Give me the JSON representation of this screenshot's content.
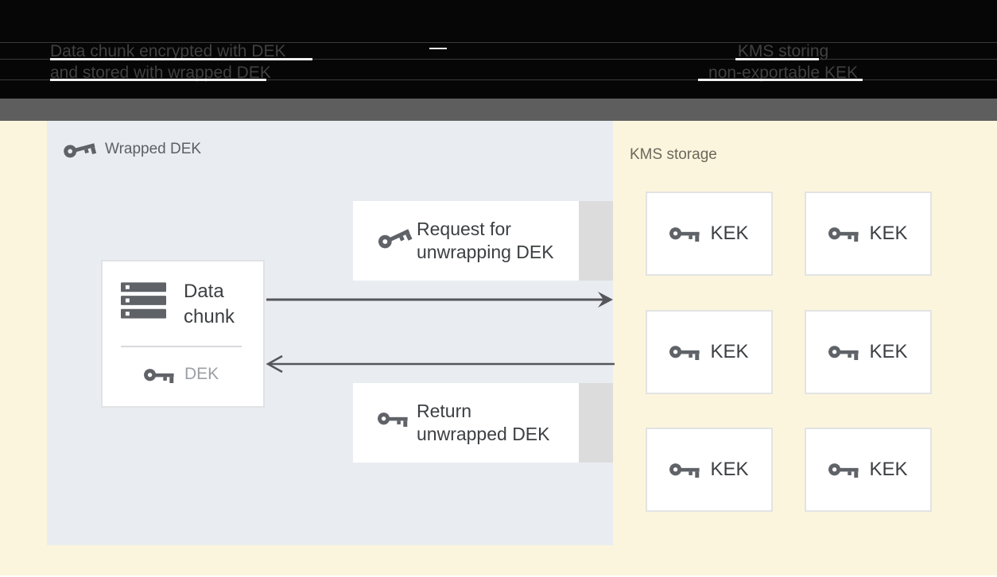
{
  "header": {
    "left_caption": {
      "line1": "Data chunk encrypted with DEK",
      "line2": "and stored with wrapped DEK"
    },
    "right_caption": {
      "line1": "KMS storing",
      "line2": "non-exportable KEK"
    }
  },
  "wrapped_dek_panel": {
    "title": "Wrapped DEK",
    "data_chunk_box": {
      "label_line1": "Data",
      "label_line2": "chunk",
      "key_label": "DEK"
    },
    "request_box": {
      "line1": "Request for",
      "line2": "unwrapping DEK"
    },
    "return_box": {
      "line1": "Return",
      "line2": "unwrapped DEK"
    }
  },
  "kms_panel": {
    "title": "KMS storage",
    "kek_boxes": [
      "KEK",
      "KEK",
      "KEK",
      "KEK",
      "KEK",
      "KEK"
    ]
  },
  "colors": {
    "page_background": "#fcf5dd",
    "panel_background": "#e9edf1",
    "header_black": "#060606",
    "header_gray_bar": "#5e5e5e",
    "box_tail_gray": "#dcdcdc",
    "icon_gray": "#5f6368",
    "text_dark": "#3c4043",
    "text_muted": "#9aa0a6",
    "arrow": "#55565a"
  }
}
